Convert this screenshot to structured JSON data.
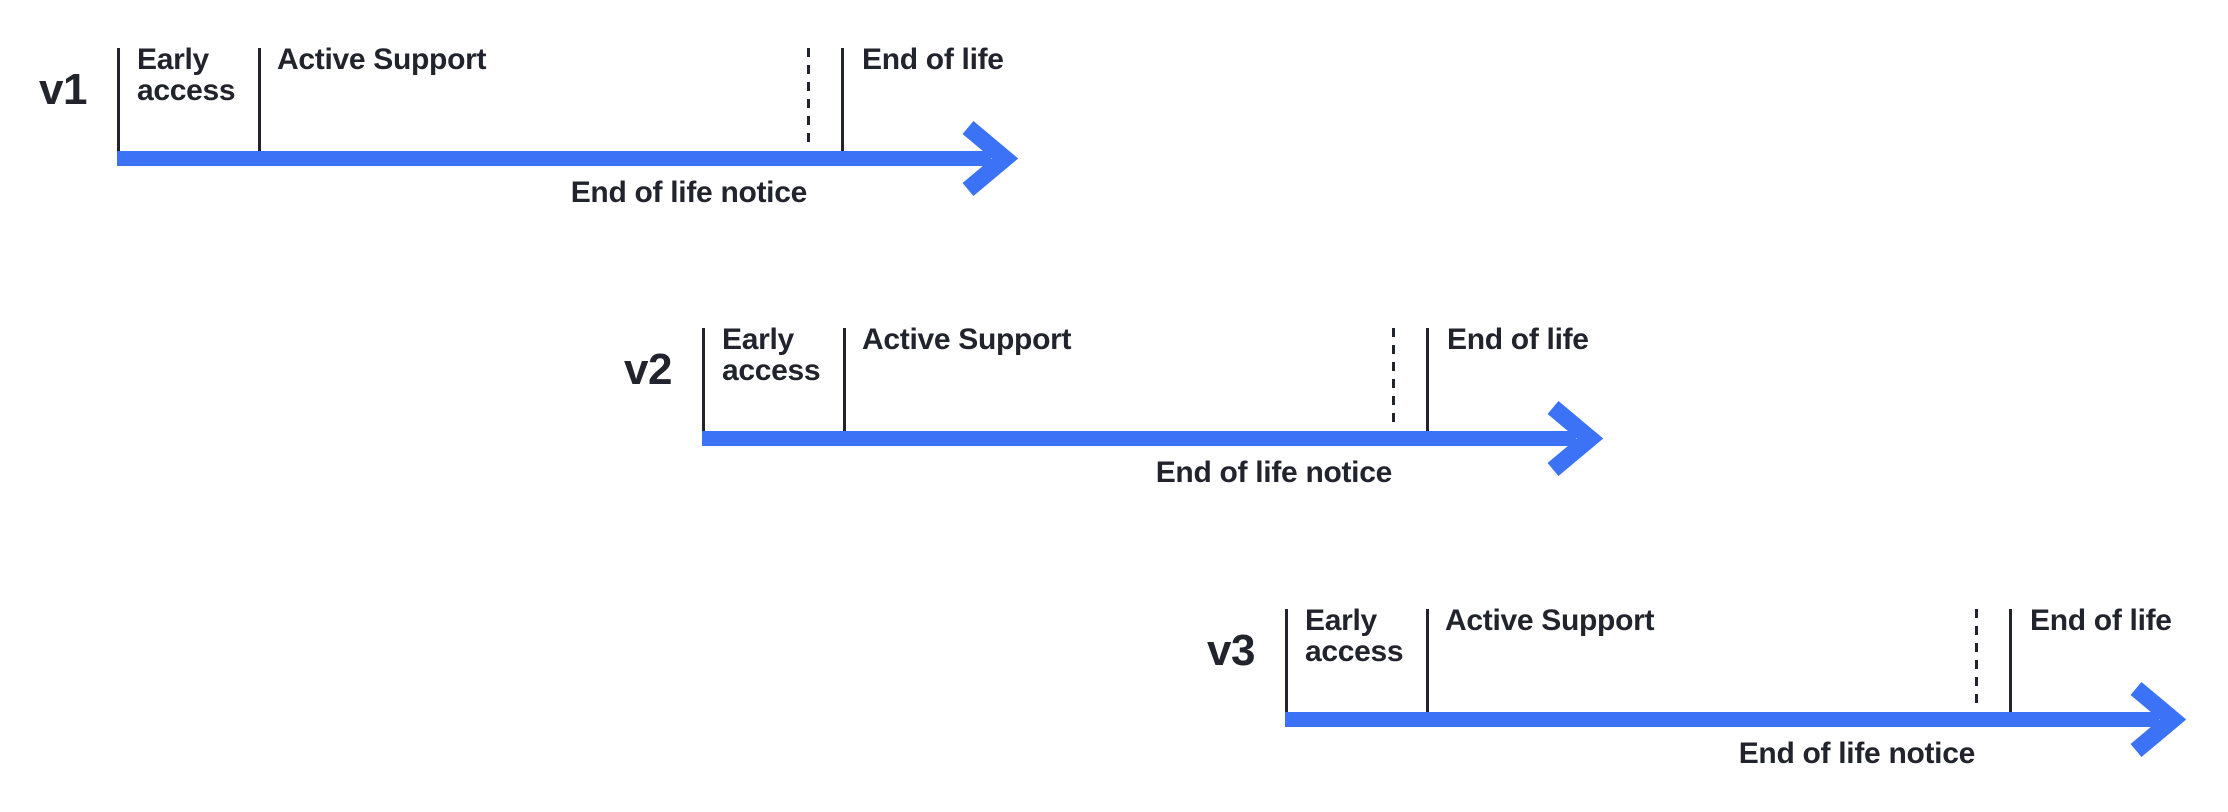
{
  "canvas": {
    "background": "#FFFFFF"
  },
  "palette": {
    "accent": "#3B72F6",
    "ink": "#21242C"
  },
  "timelines": [
    {
      "version": "v1",
      "phases": {
        "early_access": "Early access",
        "active_support": "Active Support",
        "end_of_life": "End of life"
      },
      "notice": "End of life notice"
    },
    {
      "version": "v2",
      "phases": {
        "early_access": "Early access",
        "active_support": "Active Support",
        "end_of_life": "End of life"
      },
      "notice": "End of life notice"
    },
    {
      "version": "v3",
      "phases": {
        "early_access": "Early access",
        "active_support": "Active Support",
        "end_of_life": "End of life"
      },
      "notice": "End of life notice"
    }
  ]
}
